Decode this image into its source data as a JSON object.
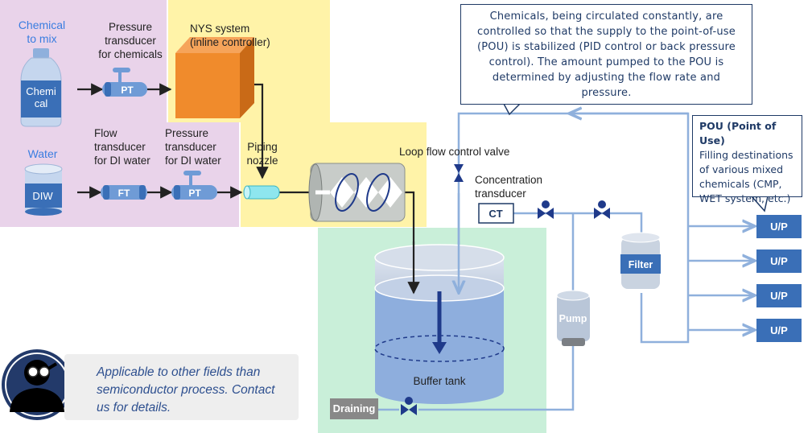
{
  "note": {
    "line1": "Chemicals, being circulated constantly, are",
    "line2": "controlled so that the supply to the point-of-use",
    "line3": "(POU) is stabilized (PID control or back pressure",
    "line4": "control). The amount pumped to the POU is",
    "line5": "determined by adjusting the flow rate and",
    "line6": "pressure."
  },
  "pou": {
    "title": "POU (Point of Use)",
    "line1": "Filling destinations",
    "line2": "of various mixed",
    "line3": "chemicals (CMP,",
    "line4": "WET system, etc.)"
  },
  "inputs": {
    "chemical_title_1": "Chemical",
    "chemical_title_2": "to mix",
    "chemical_label_1": "Chemi",
    "chemical_label_2": "cal",
    "water_title": "Water",
    "water_label": "DIW"
  },
  "labels": {
    "pt_chem_1": "Pressure",
    "pt_chem_2": "transducer",
    "pt_chem_3": "for chemicals",
    "nys_1": "NYS system",
    "nys_2": "(inline controller)",
    "ft_1": "Flow",
    "ft_2": "transducer",
    "ft_3": "for DI water",
    "pt_diw_1": "Pressure",
    "pt_diw_2": "transducer",
    "pt_diw_3": "for DI water",
    "nozzle_1": "Piping",
    "nozzle_2": "nozzle",
    "loop_valve": "Loop flow control valve",
    "conc_1": "Concentration",
    "conc_2": "transducer",
    "buffer_tank": "Buffer tank",
    "draining": "Draining",
    "pump": "Pump",
    "filter": "Filter",
    "pt": "PT",
    "ft": "FT",
    "ct": "CT",
    "up": "U/P"
  },
  "applicable": {
    "line1": "Applicable to other fields than",
    "line2": "semiconductor process. Contact",
    "line3": "us for details."
  },
  "colors": {
    "mix_zone": "#e9d3ea",
    "controller_zone": "#fff3a8",
    "tank_zone": "#c9efd9",
    "equipment_blue": "#3a6fb7",
    "circulation_line": "#8fb0dc",
    "dark_navy": "#1f3a66",
    "orange_box": "#f08b2c"
  }
}
